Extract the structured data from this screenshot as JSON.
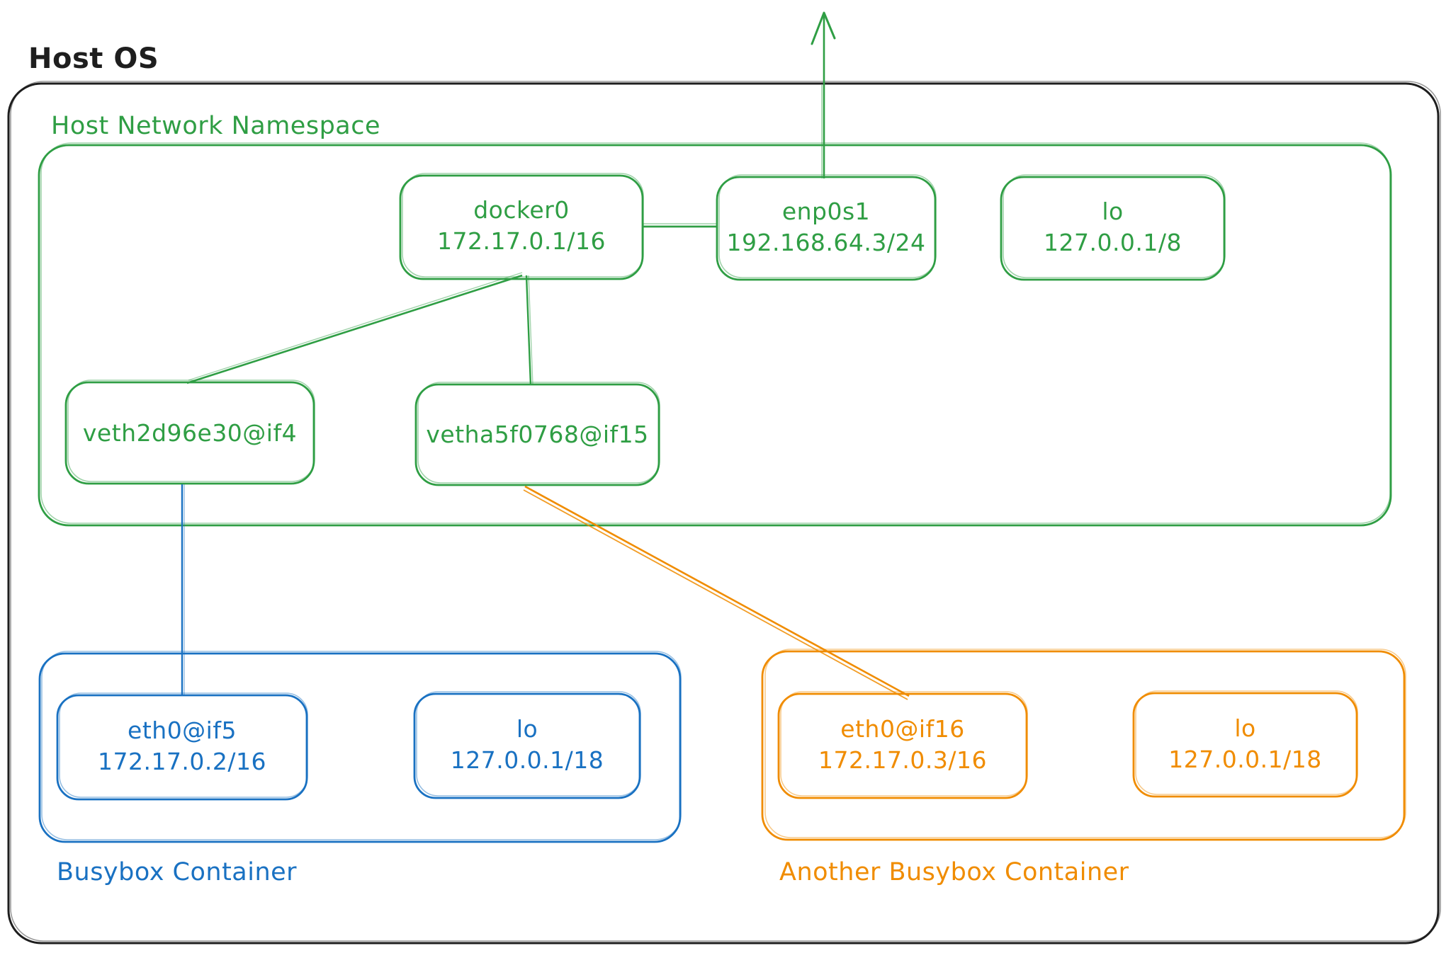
{
  "host": {
    "title": "Host OS"
  },
  "namespace": {
    "label": "Host Network Namespace",
    "docker0": {
      "name": "docker0",
      "ip": "172.17.0.1/16"
    },
    "enp0s1": {
      "name": "enp0s1",
      "ip": "192.168.64.3/24"
    },
    "lo": {
      "name": "lo",
      "ip": "127.0.0.1/8"
    },
    "veth_busybox": {
      "name": "veth2d96e30@if4"
    },
    "veth_busybox2": {
      "name": "vetha5f0768@if15"
    }
  },
  "busybox_container": {
    "label": "Busybox Container",
    "eth0": {
      "name": "eth0@if5",
      "ip": "172.17.0.2/16"
    },
    "lo": {
      "name": "lo",
      "ip": "127.0.0.1/18"
    }
  },
  "another_busybox_container": {
    "label": "Another Busybox Container",
    "eth0": {
      "name": "eth0@if16",
      "ip": "172.17.0.3/16"
    },
    "lo": {
      "name": "lo",
      "ip": "127.0.0.1/18"
    }
  },
  "colors": {
    "ink": "#1e1e1e",
    "green": "#2f9e44",
    "blue": "#1971c2",
    "orange": "#f08c00",
    "background": "#ffffff"
  }
}
